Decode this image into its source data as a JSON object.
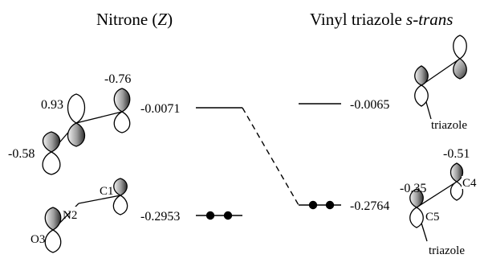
{
  "titles": {
    "left_prefix": "Nitrone (",
    "left_italic": "Z",
    "left_suffix": ")",
    "right_prefix": "Vinyl triazole ",
    "right_italic": "s-trans"
  },
  "nitrone": {
    "lumo": {
      "energy": "-0.0071",
      "coefficients": [
        "-0.58",
        "0.93",
        "-0.76"
      ]
    },
    "homo": {
      "energy": "-0.2953",
      "atoms": [
        "O3",
        "N2",
        "C1"
      ]
    }
  },
  "vinyl_triazole": {
    "lumo": {
      "energy": "-0.0065",
      "substituent": "triazole"
    },
    "homo": {
      "energy": "-0.2764",
      "coefficients": [
        "-0.35",
        "-0.51"
      ],
      "atoms": [
        "C5",
        "C4"
      ],
      "substituent": "triazole"
    }
  }
}
